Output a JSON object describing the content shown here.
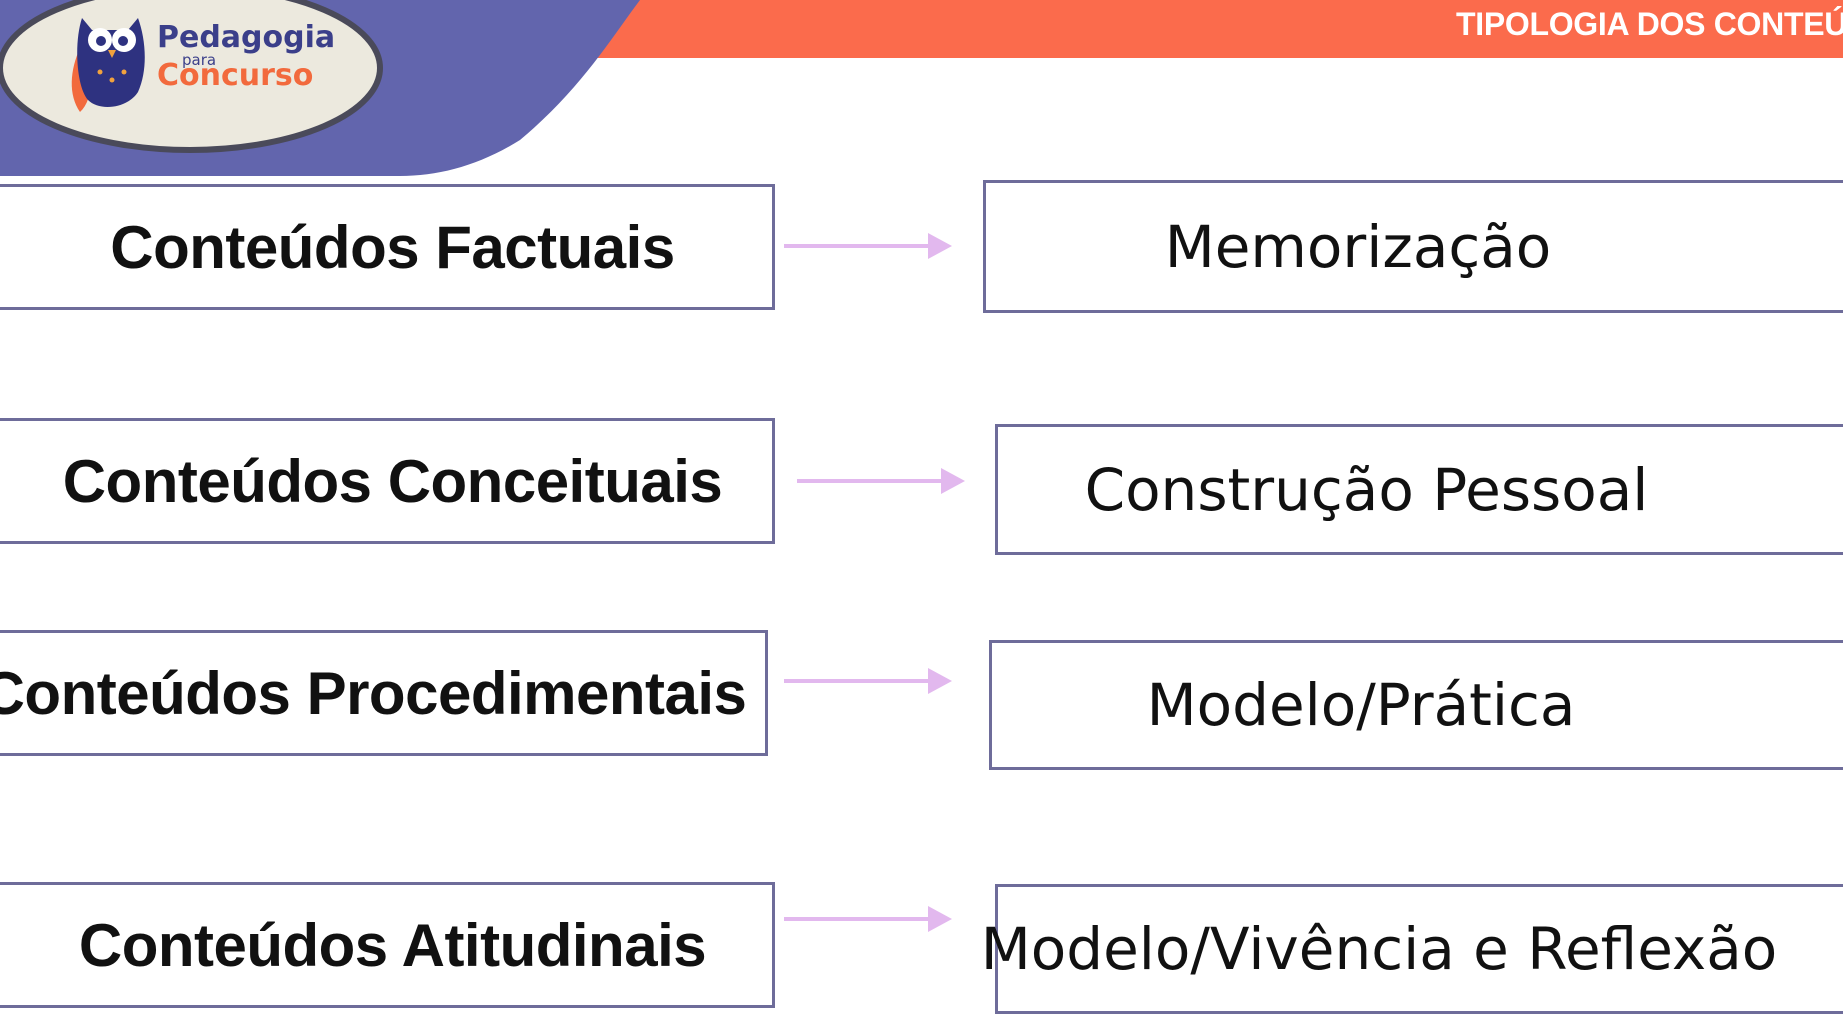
{
  "header": {
    "title": "TIPOLOGIA DOS CONTEÚ",
    "logo": {
      "word1": "Pedagogia",
      "word2": "para",
      "word3": "Concurso",
      "icon": "owl-icon"
    },
    "colors": {
      "band_orange": "#fb6b4c",
      "band_purple": "#6265ad",
      "badge_fill": "#ece9de",
      "badge_border": "#4a4a5a"
    }
  },
  "rows": [
    {
      "left": "Conteúdos Factuais",
      "right": "Memorização"
    },
    {
      "left": "Conteúdos Conceituais",
      "right": "Construção Pessoal"
    },
    {
      "left": "Conteúdos Procedimentais",
      "right": "Modelo/Prática"
    },
    {
      "left": "Conteúdos Atitudinais",
      "right": "Modelo/Vivência e Reflexão"
    }
  ],
  "colors": {
    "box_border": "#6e6c9a",
    "arrow": "#e2b8ee"
  }
}
